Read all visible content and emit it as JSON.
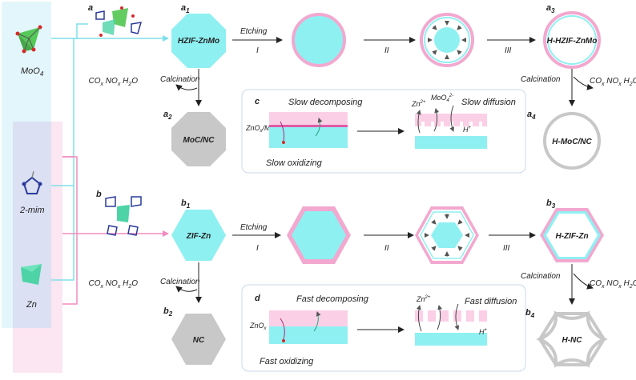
{
  "left_column": {
    "moo4": "MoO",
    "moo4_sub": "4",
    "mim": "2-mim",
    "zn": "Zn"
  },
  "row_a": {
    "tag_a": "a",
    "a1": "a",
    "a1_sub": "1",
    "a2": "a",
    "a2_sub": "2",
    "a3": "a",
    "a3_sub": "3",
    "a4": "a",
    "a4_sub": "4",
    "start": "HZIF-ZnMo",
    "step_etching": "Etching",
    "step_I": "I",
    "step_II": "II",
    "step_III": "III",
    "end": "H-HZIF-ZnMo",
    "calc_left": "Calcination",
    "calc_right": "Calcination",
    "gas": "CO",
    "gas_x": "x",
    "gas_no": " NO",
    "gas_h2o": " H",
    "gas_2": "2",
    "gas_o": "O",
    "a2_label": "MoC/NC",
    "a4_label": "H-MoC/NC"
  },
  "panel_c": {
    "tag": "c",
    "left_text": "ZnO",
    "left_x": "x",
    "left_mid": "/MoO",
    "left_x2": "x",
    "slow_decomposing": "Slow decomposing",
    "slow_oxidizing": "Slow oxidizing",
    "zn2": "Zn",
    "zn2_sup": "2+",
    "moo4": "MoO",
    "moo4_sub": "4",
    "moo4_sup": "2-",
    "slow_diffusion": "Slow diffusion",
    "h_plus": "H",
    "h_sup": "+"
  },
  "row_b": {
    "tag_b": "b",
    "b1": "b",
    "b1_sub": "1",
    "b2": "b",
    "b2_sub": "2",
    "b3": "b",
    "b3_sub": "3",
    "b4": "b",
    "b4_sub": "4",
    "start": "ZIF-Zn",
    "step_etching": "Etching",
    "step_I": "I",
    "step_II": "II",
    "step_III": "III",
    "end": "H-ZIF-Zn",
    "calc_left": "Calcination",
    "calc_right": "Calcination",
    "b2_label": "NC",
    "b4_label": "H-NC"
  },
  "panel_d": {
    "tag": "d",
    "left_text": "ZnO",
    "left_x": "x",
    "fast_decomposing": "Fast decomposing",
    "fast_oxidizing": "Fast oxidizing",
    "zn2": "Zn",
    "zn2_sup": "2+",
    "fast_diffusion": "Fast diffusion",
    "h_plus": "H",
    "h_sup": "+"
  },
  "colors": {
    "cyan": "#8ff0f2",
    "pink": "#f2a8cf",
    "grey": "#c8c8c8",
    "leftblue": "#e3f6fb",
    "leftpink": "#fbe3ef"
  }
}
